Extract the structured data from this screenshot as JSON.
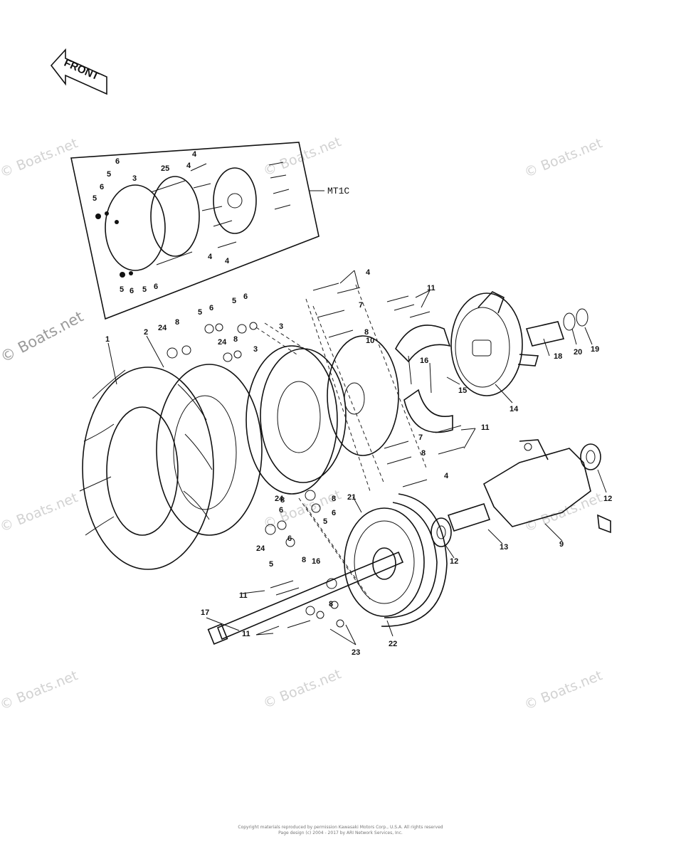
{
  "diagram": {
    "front_arrow_label": "FRONT",
    "inset_label": "MT1C",
    "parts": [
      {
        "id": "p1",
        "text": "1"
      },
      {
        "id": "p2",
        "text": "2"
      },
      {
        "id": "p3a",
        "text": "3"
      },
      {
        "id": "p3b",
        "text": "3"
      },
      {
        "id": "p3c",
        "text": "3"
      },
      {
        "id": "p4a",
        "text": "4"
      },
      {
        "id": "p4b",
        "text": "4"
      },
      {
        "id": "p4c",
        "text": "4"
      },
      {
        "id": "p4d",
        "text": "4"
      },
      {
        "id": "p4e",
        "text": "4"
      },
      {
        "id": "p4f",
        "text": "4"
      },
      {
        "id": "p5a",
        "text": "5"
      },
      {
        "id": "p5b",
        "text": "5"
      },
      {
        "id": "p5c",
        "text": "5"
      },
      {
        "id": "p5d",
        "text": "5"
      },
      {
        "id": "p5e",
        "text": "5"
      },
      {
        "id": "p5f",
        "text": "5"
      },
      {
        "id": "p5g",
        "text": "5"
      },
      {
        "id": "p5h",
        "text": "5"
      },
      {
        "id": "p6a",
        "text": "6"
      },
      {
        "id": "p6b",
        "text": "6"
      },
      {
        "id": "p6c",
        "text": "6"
      },
      {
        "id": "p6d",
        "text": "6"
      },
      {
        "id": "p6e",
        "text": "6"
      },
      {
        "id": "p6f",
        "text": "6"
      },
      {
        "id": "p6g",
        "text": "6"
      },
      {
        "id": "p6h",
        "text": "6"
      },
      {
        "id": "p6i",
        "text": "6"
      },
      {
        "id": "p7a",
        "text": "7"
      },
      {
        "id": "p7b",
        "text": "7"
      },
      {
        "id": "p8a",
        "text": "8"
      },
      {
        "id": "p8b",
        "text": "8"
      },
      {
        "id": "p8c",
        "text": "8"
      },
      {
        "id": "p8d",
        "text": "8"
      },
      {
        "id": "p8e",
        "text": "8"
      },
      {
        "id": "p8f",
        "text": "8"
      },
      {
        "id": "p8g",
        "text": "8"
      },
      {
        "id": "p8h",
        "text": "8"
      },
      {
        "id": "p9",
        "text": "9"
      },
      {
        "id": "p10",
        "text": "10"
      },
      {
        "id": "p11a",
        "text": "11"
      },
      {
        "id": "p11b",
        "text": "11"
      },
      {
        "id": "p11c",
        "text": "11"
      },
      {
        "id": "p11d",
        "text": "11"
      },
      {
        "id": "p12a",
        "text": "12"
      },
      {
        "id": "p12b",
        "text": "12"
      },
      {
        "id": "p13",
        "text": "13"
      },
      {
        "id": "p14",
        "text": "14"
      },
      {
        "id": "p15",
        "text": "15"
      },
      {
        "id": "p16a",
        "text": "16"
      },
      {
        "id": "p16b",
        "text": "16"
      },
      {
        "id": "p17",
        "text": "17"
      },
      {
        "id": "p18",
        "text": "18"
      },
      {
        "id": "p19",
        "text": "19"
      },
      {
        "id": "p20",
        "text": "20"
      },
      {
        "id": "p21",
        "text": "21"
      },
      {
        "id": "p22",
        "text": "22"
      },
      {
        "id": "p23",
        "text": "23"
      },
      {
        "id": "p24a",
        "text": "24"
      },
      {
        "id": "p24b",
        "text": "24"
      },
      {
        "id": "p24c",
        "text": "24"
      },
      {
        "id": "p24d",
        "text": "24"
      },
      {
        "id": "p25",
        "text": "25"
      }
    ]
  },
  "watermarks": {
    "small": "© Boats.net",
    "large": "© Boats.net"
  },
  "footer": {
    "line1": "Copyright materials reproduced by permission Kawasaki Motors Corp., U.S.A. All rights reserved",
    "line2": "Page design (c) 2004 - 2017 by ARI Network Services, Inc."
  },
  "colors": {
    "ink": "#111111",
    "watermark": "#d2d2d2"
  }
}
